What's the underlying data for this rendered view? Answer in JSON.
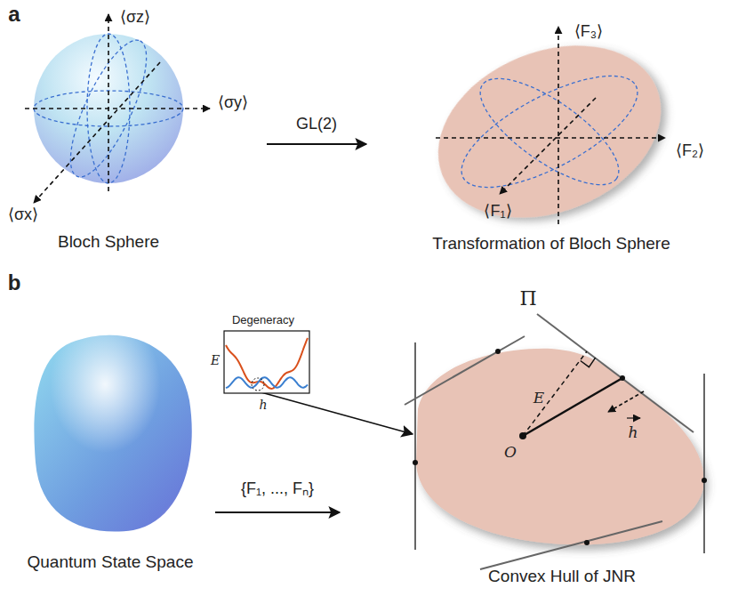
{
  "diagram": {
    "nodes": [
      {
        "text": [
          "Degeneracy",
          "E",
          "h"
        ]
      }
    ],
    "labels": [
      "a",
      "⟨σz⟩",
      "⟨σy⟩",
      "⟨σx⟩",
      "Bloch Sphere",
      "GL(2)",
      "⟨F₃⟩",
      "⟨F₂⟩",
      "⟨F₁⟩",
      "Transformation of Bloch Sphere",
      "b",
      "Quantum State Space",
      "{F₁, ..., Fₙ}",
      "Π",
      "E",
      "O",
      "h",
      "Convex Hull of JNR"
    ]
  }
}
